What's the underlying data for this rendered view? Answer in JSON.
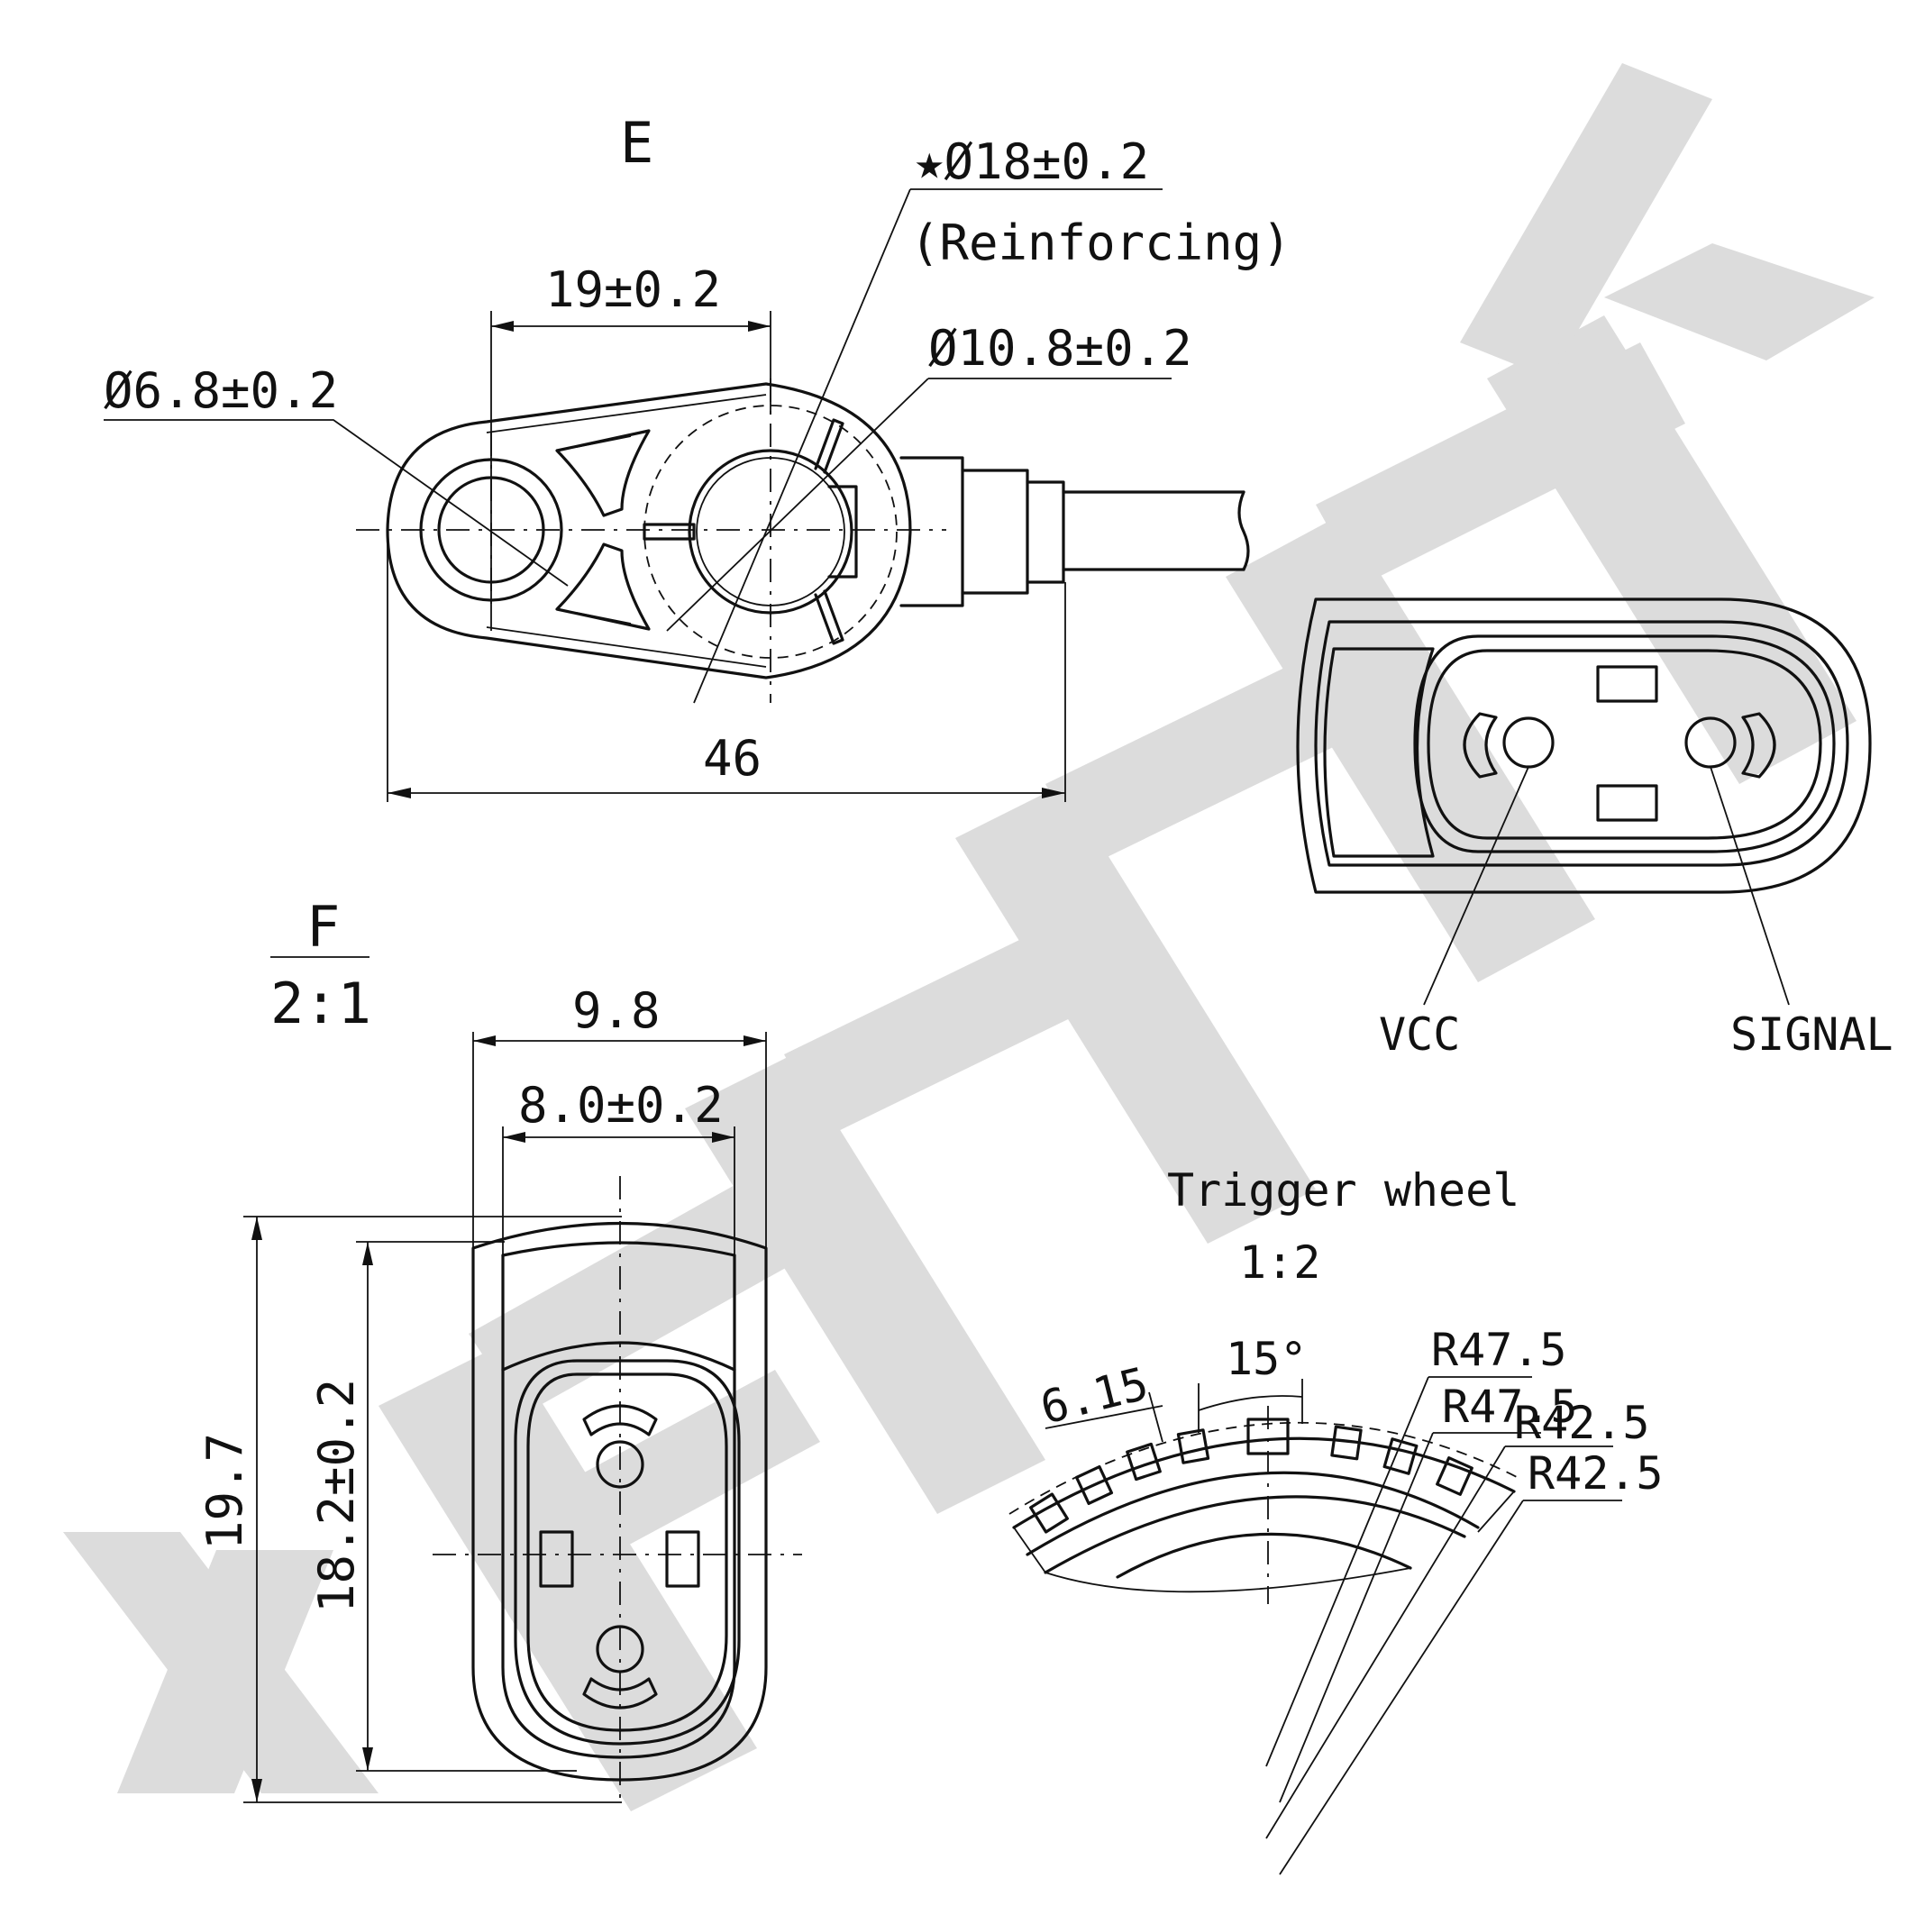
{
  "view_e": {
    "label": "E",
    "dim_outer_hole": "★Ø18±0.2",
    "dim_outer_hole_note": "(Reinforcing)",
    "dim_spacing": "19±0.2",
    "dim_inner_hole": "Ø10.8±0.2",
    "dim_small_hole": "Ø6.8±0.2",
    "dim_length": "46"
  },
  "view_f": {
    "label": "F",
    "scale": "2:1",
    "dim_width": "9.8",
    "dim_inner_width": "8.0±0.2",
    "dim_height": "19.7",
    "dim_inner_height": "18.2±0.2"
  },
  "connector": {
    "pin_left": "VCC",
    "pin_right": "SIGNAL"
  },
  "trigger_wheel": {
    "title": "Trigger wheel",
    "scale": "1:2",
    "angle": "15°",
    "tooth_width": "6.15",
    "radius_outer_a": "R47.5",
    "radius_outer_b": "R47.5",
    "radius_inner_a": "R42.5",
    "radius_inner_b": "R42.5"
  },
  "watermark": "XIENINEK"
}
